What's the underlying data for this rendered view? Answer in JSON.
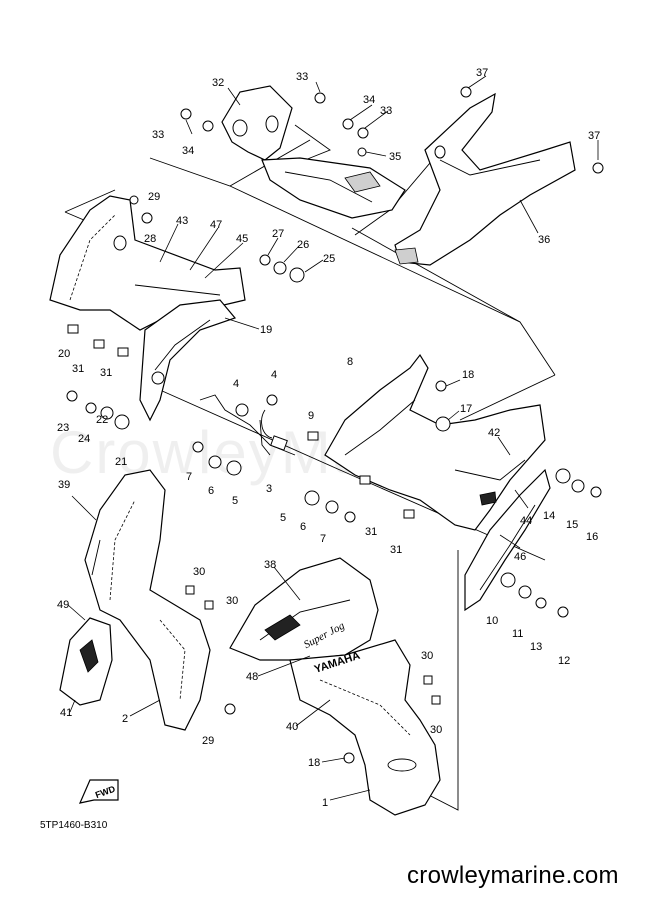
{
  "drawing_code": "5TP1460-B310",
  "footer_site": "crowleymarine.com",
  "watermark_text": "CrowleyMarine",
  "decal_brand": "YAMAHA",
  "decal_model": "Super Jog",
  "fwd_mark": "FWD",
  "callouts": [
    "1",
    "2",
    "3",
    "4",
    "5",
    "6",
    "7",
    "8",
    "9",
    "10",
    "11",
    "12",
    "13",
    "14",
    "15",
    "16",
    "17",
    "18",
    "19",
    "20",
    "21",
    "22",
    "23",
    "24",
    "25",
    "26",
    "27",
    "28",
    "29",
    "30",
    "31",
    "32",
    "33",
    "34",
    "35",
    "36",
    "37",
    "38",
    "39",
    "40",
    "41",
    "42",
    "43",
    "44",
    "45",
    "46",
    "47",
    "48",
    "49"
  ]
}
